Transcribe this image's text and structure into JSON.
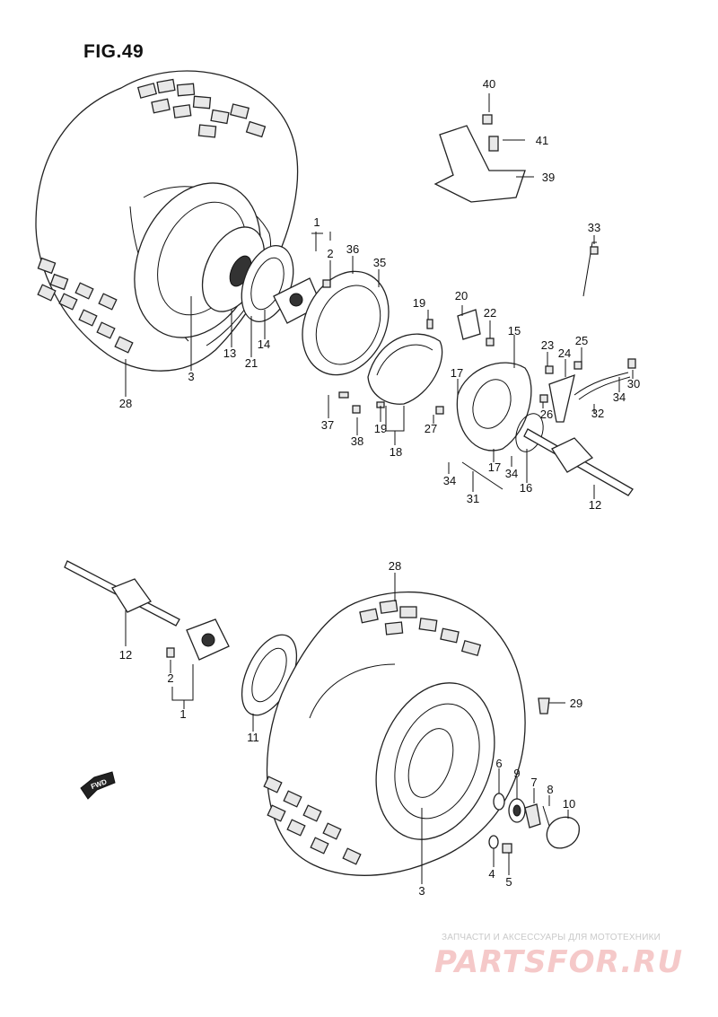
{
  "figure": {
    "title": "FIG.49"
  },
  "fwd_badge": "FWD",
  "callouts": [
    "40",
    "41",
    "39",
    "33",
    "1",
    "2",
    "36",
    "35",
    "19",
    "20",
    "22",
    "15",
    "23",
    "25",
    "24",
    "30",
    "34",
    "32",
    "17",
    "26",
    "27",
    "16",
    "12",
    "13",
    "14",
    "21",
    "3",
    "28",
    "37",
    "38",
    "19",
    "18",
    "17",
    "34",
    "34",
    "31",
    "28",
    "12",
    "2",
    "1",
    "11",
    "29",
    "6",
    "9",
    "7",
    "8",
    "10",
    "4",
    "5",
    "3"
  ],
  "watermark": {
    "caption": "ЗАПЧАСТИ И АКСЕССУАРЫ ДЛЯ МОТОТЕХНИКИ",
    "logo": "PARTSFOR.RU"
  }
}
